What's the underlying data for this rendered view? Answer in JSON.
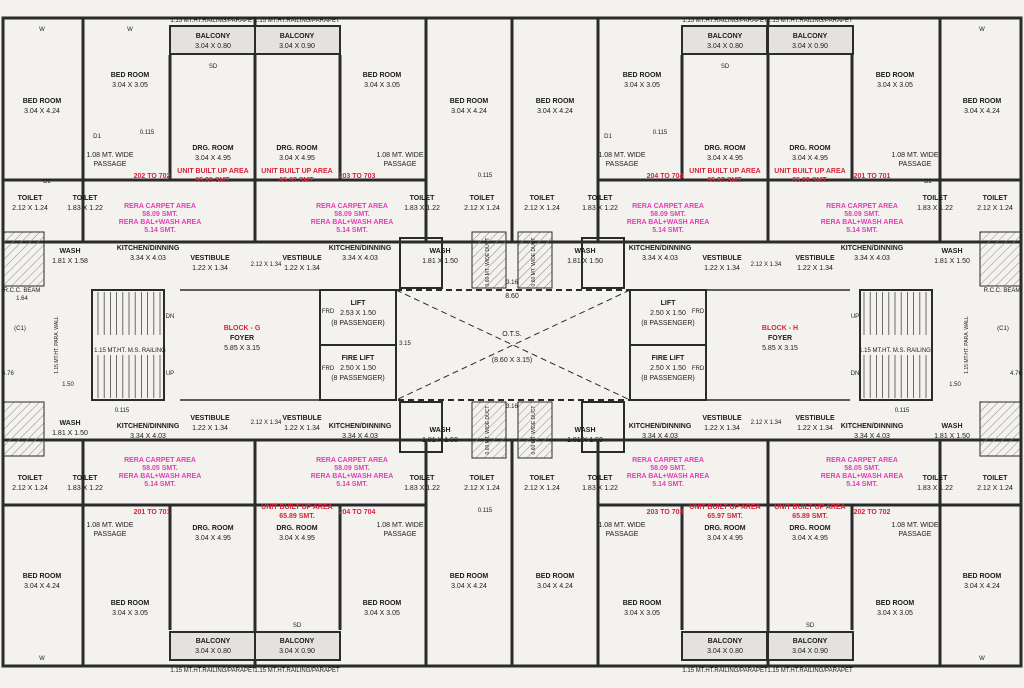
{
  "colors": {
    "paper": "#f4f2ee",
    "wall": "#2b2b2b",
    "thin": "#4a4a4a",
    "red": "#d8233a",
    "magenta": "#e23fb4",
    "hatch": "#7a7a7a"
  },
  "rooms": [
    {
      "name": "BED ROOM",
      "size": "3.04 X 4.24"
    },
    {
      "name": "BED ROOM",
      "size": "3.04 X 3.05"
    },
    {
      "name": "DRG. ROOM",
      "size": "3.04 X 4.95"
    },
    {
      "name": "BALCONY",
      "size": "3.04 X 0.80"
    },
    {
      "name": "BALCONY",
      "size": "3.04 X 0.90"
    },
    {
      "name": "TOILET",
      "size": "2.12 X 1.24"
    },
    {
      "name": "TOILET",
      "size": "1.83 X 1.22"
    },
    {
      "name": "WASH",
      "size": "1.81 X 1.50"
    },
    {
      "name": "WASH",
      "size": "1.81 X 1.58"
    },
    {
      "name": "KITCHEN/DINNING",
      "size": "3.34 X 4.03"
    },
    {
      "name": "VESTIBULE",
      "size": "1.22 X 1.34"
    },
    {
      "name": "LIFT",
      "size": "2.53 X 1.50",
      "sub": "(8 PASSENGER)"
    },
    {
      "name": "LIFT",
      "size": "2.50 X 1.50",
      "sub": "(8 PASSENGER)"
    },
    {
      "name": "FIRE LIFT",
      "size": "2.50 X 1.50",
      "sub": "(8 PASSENGER)"
    },
    {
      "name": "FIRE LIFT",
      "size": "2.50 X 1.50",
      "sub": "(8 PASSENGER)"
    },
    {
      "name": "FOYER",
      "size": "5.85 X 3.15"
    }
  ],
  "blocks": {
    "g": "BLOCK - G",
    "h": "BLOCK - H"
  },
  "flats": {
    "top": [
      "202 TO 702",
      "203 TO 703",
      "204 TO 704",
      "201 TO 701"
    ],
    "bottom": [
      "201 TO 701",
      "204 TO 704",
      "203 TO 703",
      "202 TO 702"
    ]
  },
  "labels": {
    "passage": "1.08 MT. WIDE",
    "passage_sub": "PASSAGE",
    "railing": "1.15 MT.HT.RAILING/PARAPET",
    "ms_railing": "1.15 MT.HT. M.S. RAILING",
    "ots": "O.T.S.",
    "ots_size": "(8.60 X 3.15)",
    "unit_builtup": "UNIT BUILT UP AREA",
    "builtup_val": "65.97 SMT.",
    "builtup_val2": "65.89 SMT.",
    "rera_carpet": "RERA CARPET AREA",
    "carpet_val": "58.09 SMT.",
    "carpet_val2": "58.05 SMT.",
    "rera_bal": "RERA BAL+WASH AREA",
    "bal_val": "5.14 SMT.",
    "dim_115": "0.115",
    "dim_150": "1.50",
    "dim_316": "3.16",
    "dim_860": "8.60",
    "dim_315": "3.15",
    "dim_476": "4.76",
    "dim_164": "1.64",
    "dim_212": "2.12 X 1.34",
    "up": "UP",
    "dn": "DN",
    "sd": "SD",
    "w": "W",
    "d1": "D1",
    "d2": "D2",
    "frd": "FRD",
    "duct": "0.60 MT. WIDE DUCT",
    "rcc": "R.C.C. BEAM",
    "parapet_wall": "1.15 MT.HT. PARA. WALL",
    "c01": "(C1)"
  }
}
